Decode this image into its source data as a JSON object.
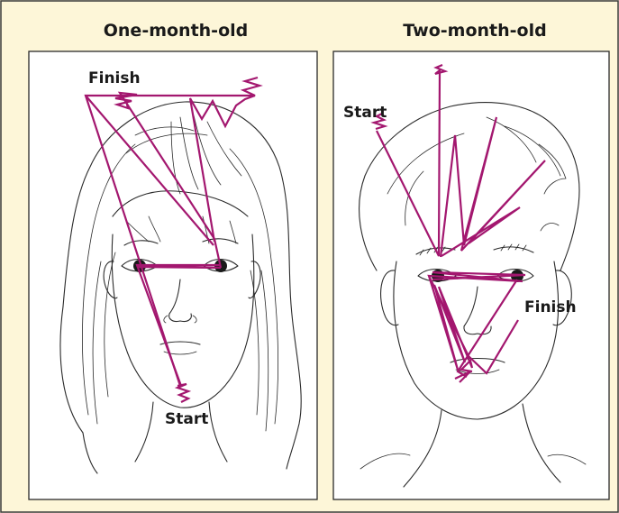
{
  "colors": {
    "background": "#fdf6d8",
    "border": "#3a3a3a",
    "scanpath": "#a3176f",
    "panel": "#ffffff"
  },
  "panels": [
    {
      "id": "one-month",
      "title": "One-month-old",
      "finish_label": "Finish",
      "start_label": "Start"
    },
    {
      "id": "two-month",
      "title": "Two-month-old",
      "start_label": "Start",
      "finish_label": "Finish"
    }
  ]
}
